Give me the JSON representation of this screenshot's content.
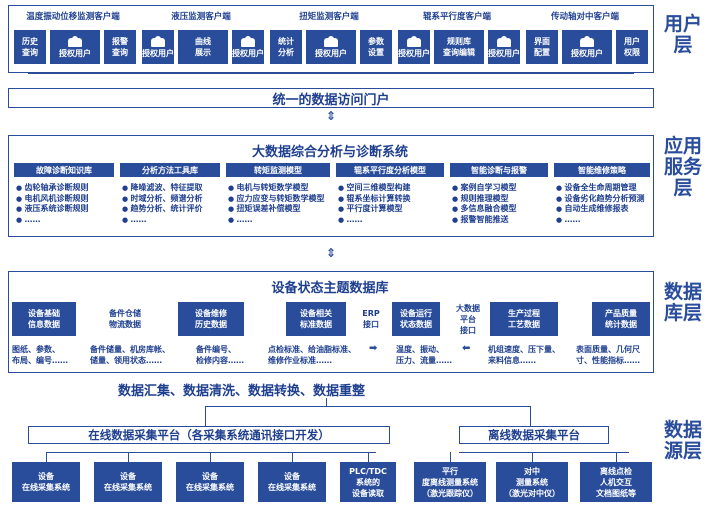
{
  "layers": {
    "user": [
      "用户",
      "层"
    ],
    "app": [
      "应用",
      "服务",
      "层"
    ],
    "db": [
      "数据",
      "库层"
    ],
    "source": [
      "数据",
      "源层"
    ]
  },
  "user_layer": {
    "clients": [
      {
        "title": "温度振动位移监测客户端",
        "boxes": [
          "历史\n查询",
          "授权用户",
          "报警\n查询"
        ]
      },
      {
        "title": "液压监测客户端",
        "boxes": [
          "授权用户",
          "曲线\n展示",
          "授权用户"
        ]
      },
      {
        "title": "扭矩监测客户端",
        "boxes": [
          "统计\n分析",
          "授权用户",
          "参数\n设置"
        ]
      },
      {
        "title": "辊系平行度客户端",
        "boxes": [
          "授权用户",
          "规则库\n查询编辑",
          "授权用户"
        ]
      },
      {
        "title": "传动轴对中客户端",
        "boxes": [
          "界面\n配置",
          "授权用户",
          "用户\n权限"
        ]
      }
    ]
  },
  "portal": "统一的数据访问门户",
  "analysis": {
    "title": "大数据综合分析与诊断系统",
    "modules": [
      {
        "head": "故障诊断知识库",
        "items": [
          "齿轮轴承诊断规则",
          "电机风机诊断规则",
          "液压系统诊断规则",
          "……"
        ]
      },
      {
        "head": "分析方法工具库",
        "items": [
          "降噪滤波、特征提取",
          "时域分析、频谱分析",
          "趋势分析、统计评价",
          "……"
        ]
      },
      {
        "head": "转矩监测模型",
        "items": [
          "电机与转矩数学模型",
          "应力应变与转矩数学模型",
          "扭矩误差补偿模型",
          "……"
        ]
      },
      {
        "head": "辊系平行度分析模型",
        "items": [
          "空间三维模型构建",
          "辊系坐标计算转换",
          "平行度计算模型",
          "……"
        ]
      },
      {
        "head": "智能诊断与报警",
        "items": [
          "案例自学习模型",
          "规则推理模型",
          "多信息融合模型",
          "报警智能推送"
        ]
      },
      {
        "head": "智能维修策略",
        "items": [
          "设备全生命周期管理",
          "设备劣化趋势分析预测",
          "自动生成维修报表",
          "……"
        ]
      }
    ]
  },
  "database": {
    "title": "设备状态主题数据库",
    "heads": [
      "设备基础\n信息数据",
      "备件仓储\n物流数据",
      "设备维修\n历史数据",
      "设备相关\n标准数据",
      "ERP\n接口",
      "设备运行\n状态数据",
      "大数据\n平台\n接口",
      "生产过程\n工艺数据",
      "产品质量\n统计数据"
    ],
    "details": [
      "图纸、参数、\n布局、编号……",
      "备件储量、机房库帐、\n储量、领用状态……",
      "备件编号、\n检修内容……",
      "点检标准、给油脂标准、\n维修作业标准……",
      "温度、振动、\n压力、流量……",
      "机组速度、压下量、\n来料信息……",
      "表面质量、几何尺\n寸、性能指标……"
    ]
  },
  "processing": "数据汇集、数据清洗、数据转换、数据重整",
  "online_platform": "在线数据采集平台（各采集系统通讯接口开发）",
  "offline_platform": "离线数据采集平台",
  "sources": [
    "设备\n在线采集系统",
    "设备\n在线采集系统",
    "设备\n在线采集系统",
    "设备\n在线采集系统",
    "PLC/TDC\n系统的\n设备读取",
    "平行\n度离线测量系统\n（激光跟踪仪）",
    "对中\n测量系统\n（激光对中仪）",
    "离线点检\n人机交互\n文档图纸等"
  ]
}
